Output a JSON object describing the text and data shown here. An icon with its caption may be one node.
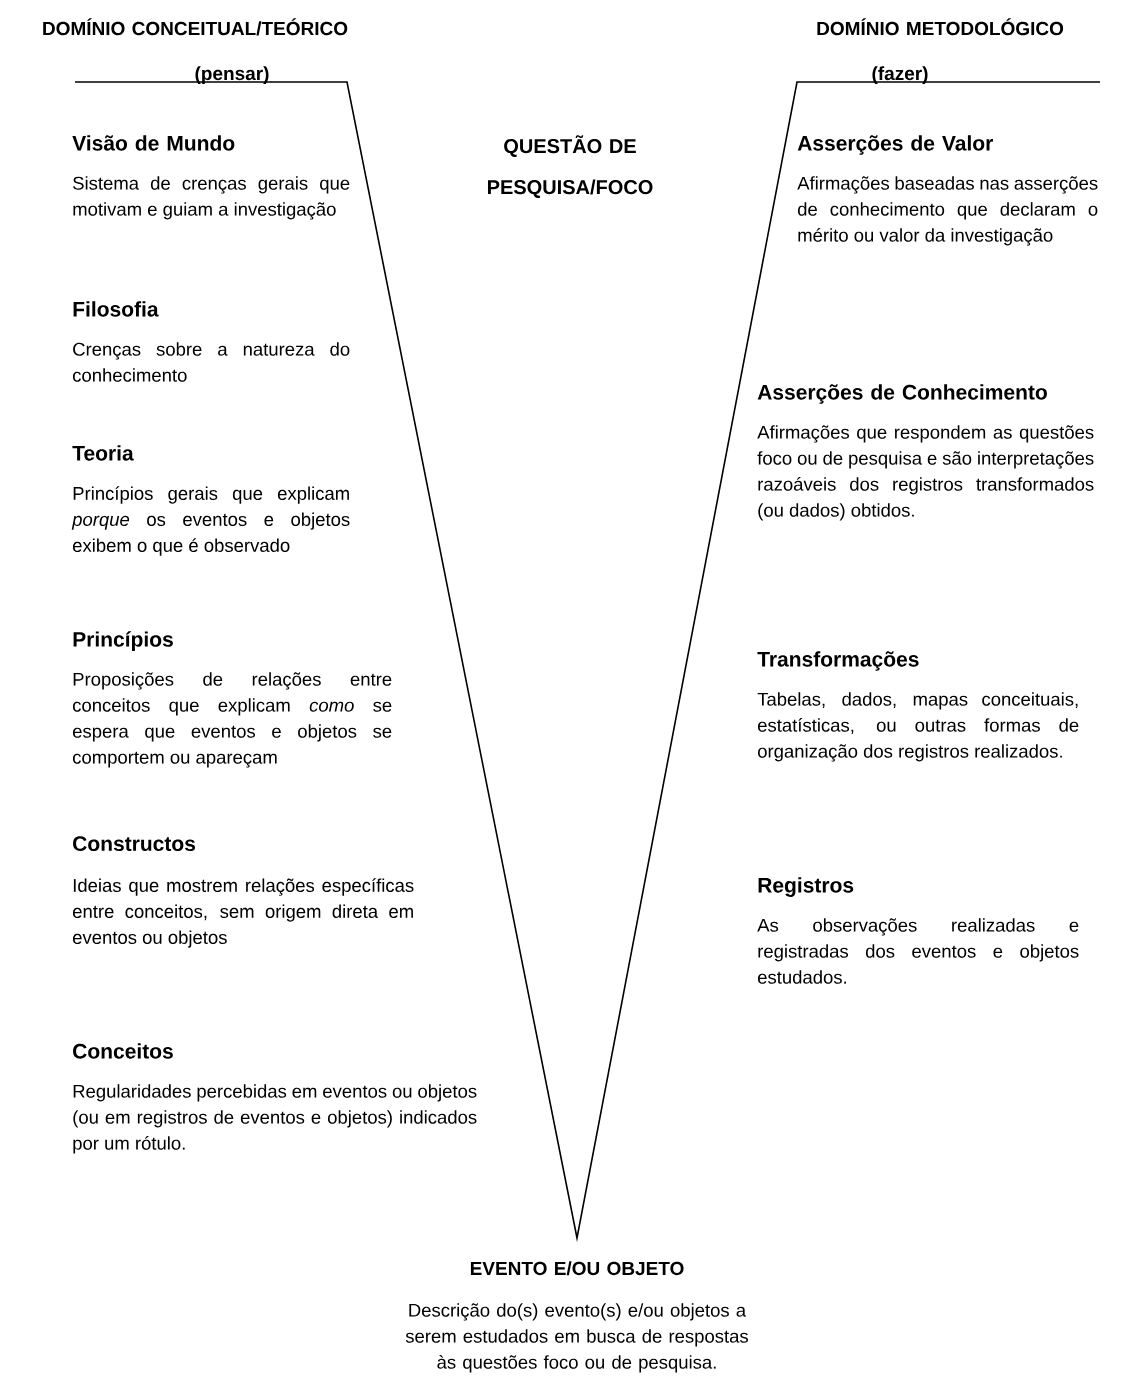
{
  "diagram": {
    "labels": [
      "DOMÍNIO CONCEITUAL/TEÓRICO",
      "DOMÍNIO METODOLÓGICO",
      "(pensar)",
      "(fazer)",
      "Visão de Mundo",
      "QUESTÃO DE PESQUISA/FOCO",
      "Asserções de Valor",
      "Sistema de crenças gerais que motivam e guiam a investigação",
      "Afirmações baseadas nas asserções de conhecimento que declaram o mérito ou valor da investigação",
      "Filosofia",
      "Crenças sobre a natureza do conhecimento",
      "Asserções de Conhecimento",
      "Teoria",
      "Princípios gerais que explicam *porque* os eventos e objetos exibem o que é observado",
      "Afirmações que respondem as questões foco ou de pesquisa e são interpretações razoáveis dos registros transformados (ou dados) obtidos.",
      "Princípios",
      "Proposições de relações entre conceitos que explicam *como* se espera que eventos e objetos se comportem ou apareçam",
      "Transformações",
      "Tabelas, dados, mapas conceituais, estatísticas, ou outras formas de organização dos registros realizados.",
      "Constructos",
      "Ideias que mostrem relações específicas entre conceitos, sem origem direta em eventos ou objetos",
      "Registros",
      "As observações realizadas e registradas dos eventos e objetos estudados.",
      "Conceitos",
      "Regularidades percebidas em eventos ou objetos (ou em registros de eventos e objetos) indicados por um rótulo.",
      "EVENTO E/OU OBJETO",
      "Descrição do(s) evento(s) e/ou objetos a serem estudados em busca de respostas às questões foco ou de pesquisa."
    ]
  }
}
